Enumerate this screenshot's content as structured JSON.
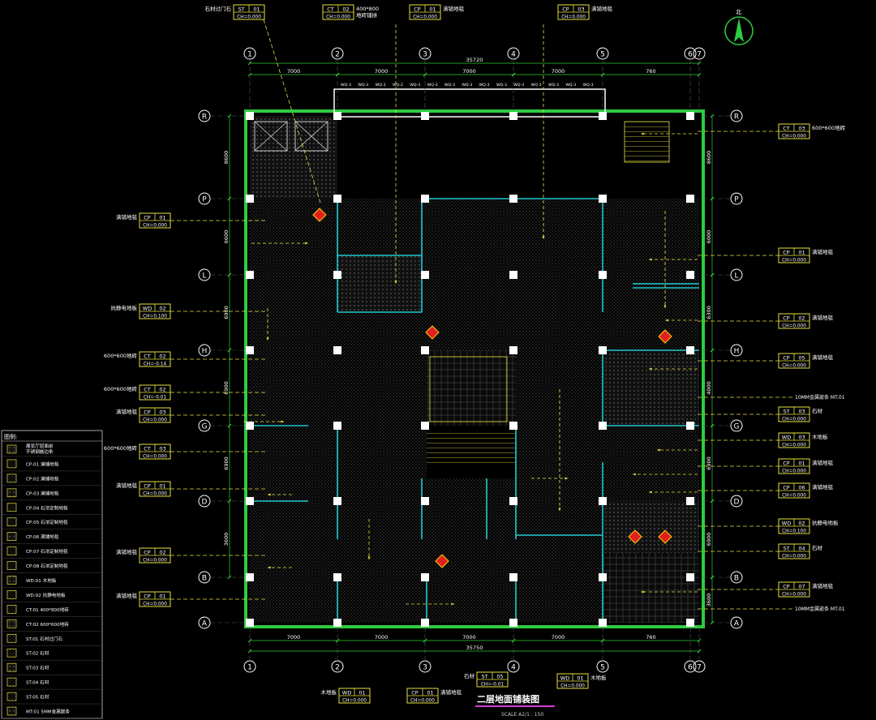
{
  "colors": {
    "background": "#000000",
    "wall_green": "#2ecc40",
    "axis_white": "#ffffff",
    "cyan": "#20c8d0",
    "yellow": "#e8e040",
    "magenta": "#d040d0",
    "hatch": "#5a5a5a",
    "red_marker": "#e02020",
    "tag_border": "#e8e040",
    "text_yellow": "#e8e040",
    "dim_green": "#33cc33"
  },
  "drawing": {
    "title": "二层地面铺装图",
    "scale": "SCALE  A2/1 : 150",
    "north_label": "北"
  },
  "axes": {
    "columns_top": [
      "1",
      "2",
      "3",
      "4",
      "5",
      "6",
      "7"
    ],
    "rows_left": [
      "R",
      "P",
      "L",
      "H",
      "G",
      "D",
      "B",
      "A"
    ],
    "top_total": "35720",
    "top_spans": [
      "7000",
      "7000",
      "7000",
      "7000",
      "760"
    ],
    "bottom_spans": [
      "7000",
      "7000",
      "7000",
      "7000",
      "760"
    ],
    "bottom_total": "35750",
    "left_spans": [
      "8600",
      "6600",
      "6900",
      "6900",
      "6900",
      "3600"
    ],
    "right_spans": [
      "8600",
      "6000",
      "6300",
      "4000",
      "6900",
      "6900",
      "3600"
    ],
    "wq_labels": [
      "WQ-3",
      "WQ-3",
      "WQ-3",
      "WQ-2",
      "WQ-3",
      "WQ-3",
      "WQ-3",
      "WQ-3",
      "WQ-3",
      "WQ-3",
      "WQ-3",
      "WQ-3",
      "WQ-3",
      "WQ-3",
      "WQ-3"
    ]
  },
  "tags": {
    "top": [
      {
        "label": "石材过门石",
        "code": "ST",
        "num": "01",
        "ch": "CH=0.000"
      },
      {
        "label": "400*800\n地砖铺拼",
        "code": "CT",
        "num": "02",
        "ch": "CH=0.000"
      },
      {
        "label": "满铺地毯",
        "code": "CP",
        "num": "01",
        "ch": "CH=0.000"
      },
      {
        "label": "满铺地毯",
        "code": "CP",
        "num": "03",
        "ch": "CH=0.000"
      }
    ],
    "left": [
      {
        "label": "满铺地毯",
        "code": "CP",
        "num": "01",
        "ch": "CH=0.000"
      },
      {
        "label": "抗静电地板",
        "code": "WD",
        "num": "02",
        "ch": "CH=0.100"
      },
      {
        "label": "600*600地砖",
        "code": "CT",
        "num": "02",
        "ch": "CH=-0.14"
      },
      {
        "label": "600*600地砖",
        "code": "CT",
        "num": "02",
        "ch": "CH=-0.01"
      },
      {
        "label": "满铺地毯",
        "code": "CP",
        "num": "03",
        "ch": "CH=0.000"
      },
      {
        "label": "600*600地砖",
        "code": "CT",
        "num": "03",
        "ch": "CH=0.000"
      },
      {
        "label": "满铺地毯",
        "code": "CP",
        "num": "01",
        "ch": "CH=0.000"
      },
      {
        "label": "满铺地毯",
        "code": "CP",
        "num": "02",
        "ch": "CH=0.000"
      },
      {
        "label": "满铺地毯",
        "code": "CP",
        "num": "01",
        "ch": "CH=0.000"
      }
    ],
    "right": [
      {
        "label": "600*600地砖",
        "code": "CT",
        "num": "03",
        "ch": "CH=0.000"
      },
      {
        "label": "满铺地毯",
        "code": "CP",
        "num": "01",
        "ch": "CH=0.000"
      },
      {
        "label": "满铺地毯",
        "code": "CP",
        "num": "02",
        "ch": "CH=0.000"
      },
      {
        "label": "满铺地毯",
        "code": "CP",
        "num": "05",
        "ch": "CH=0.000"
      },
      {
        "label": "石材",
        "code": "ST",
        "num": "03",
        "ch": "CH=0.000"
      },
      {
        "label": "木地板",
        "code": "WD",
        "num": "03",
        "ch": "CH=0.000"
      },
      {
        "label": "满铺地毯",
        "code": "CP",
        "num": "01",
        "ch": "CH=0.000"
      },
      {
        "label": "满铺地毯",
        "code": "CP",
        "num": "06",
        "ch": "CH=0.000"
      },
      {
        "label": "抗静电地板",
        "code": "WD",
        "num": "02",
        "ch": "CH=0.100"
      },
      {
        "label": "石材",
        "code": "ST",
        "num": "04",
        "ch": "CH=0.000"
      },
      {
        "label": "满铺地毯",
        "code": "CP",
        "num": "07",
        "ch": "CH=0.000"
      }
    ],
    "right_notes": [
      "10MM金属嵌条 MT.01",
      "10MM金属嵌条 MT.01"
    ],
    "bottom": [
      {
        "label": "木地板",
        "code": "WD",
        "num": "01",
        "ch": "CH=0.000"
      },
      {
        "label": "满铺地毯",
        "code": "CP",
        "num": "01",
        "ch": "CH=0.000"
      },
      {
        "label": "石材",
        "code": "ST",
        "num": "05",
        "ch": "CH=-0.01"
      },
      {
        "label": "木地板",
        "code": "WD",
        "num": "01",
        "ch": "CH=0.000"
      }
    ]
  },
  "legend": {
    "title": "图例:",
    "items": [
      "展览厅层面前\n不锈钢嵌边条",
      "CP:01 满铺地毯",
      "CP:02 满铺地毯",
      "CP:03 满铺地毯",
      "CP:04 石浓定制地毯",
      "CP:05 石浓定制地毯",
      "CP:06 满铺地毯",
      "CP:07 石浓定制地毯",
      "CP:08 石浓定制地毯",
      "WD:01 木地板",
      "WD:02 抗静电地板",
      "CT:01 400*800地砖",
      "CT:02 600*600地砖",
      "ST:01 石材过门石",
      "ST:02 石材",
      "ST:03 石材",
      "ST:04 石材",
      "ST:05 石材",
      "MT:01 5MM金属嵌条"
    ]
  }
}
